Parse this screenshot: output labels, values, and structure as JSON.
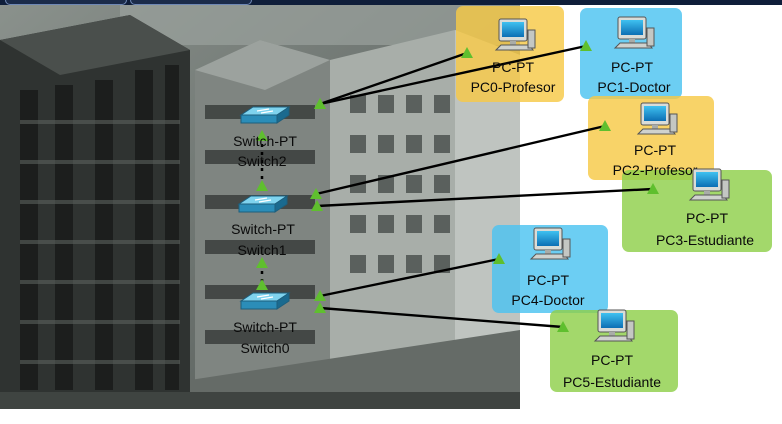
{
  "switches": [
    {
      "id": "switch2",
      "type": "Switch-PT",
      "name": "Switch2"
    },
    {
      "id": "switch1",
      "type": "Switch-PT",
      "name": "Switch1"
    },
    {
      "id": "switch0",
      "type": "Switch-PT",
      "name": "Switch0"
    }
  ],
  "pcs": [
    {
      "id": "pc0",
      "type": "PC-PT",
      "name": "PC0-Profesor",
      "group": "profesor"
    },
    {
      "id": "pc1",
      "type": "PC-PT",
      "name": "PC1-Doctor",
      "group": "doctor"
    },
    {
      "id": "pc2",
      "type": "PC-PT",
      "name": "PC2-Profesor",
      "group": "profesor"
    },
    {
      "id": "pc3",
      "type": "PC-PT",
      "name": "PC3-Estudiante",
      "group": "estudiante"
    },
    {
      "id": "pc4",
      "type": "PC-PT",
      "name": "PC4-Doctor",
      "group": "doctor"
    },
    {
      "id": "pc5",
      "type": "PC-PT",
      "name": "PC5-Estudiante",
      "group": "estudiante"
    }
  ],
  "links": [
    {
      "from": "switch2",
      "to": "pc0",
      "style": "solid"
    },
    {
      "from": "switch2",
      "to": "pc1",
      "style": "solid"
    },
    {
      "from": "switch1",
      "to": "pc2",
      "style": "solid"
    },
    {
      "from": "switch1",
      "to": "pc3",
      "style": "solid"
    },
    {
      "from": "switch0",
      "to": "pc4",
      "style": "solid"
    },
    {
      "from": "switch0",
      "to": "pc5",
      "style": "solid"
    },
    {
      "from": "switch2",
      "to": "switch1",
      "style": "dashed"
    },
    {
      "from": "switch1",
      "to": "switch0",
      "style": "dashed"
    }
  ],
  "group_colors": {
    "profesor": "#f6c947",
    "doctor": "#4cc3f0",
    "estudiante": "#8fd04a"
  },
  "link_status_color": "#5fbf2e",
  "background_icon": "city-buildings-photo"
}
